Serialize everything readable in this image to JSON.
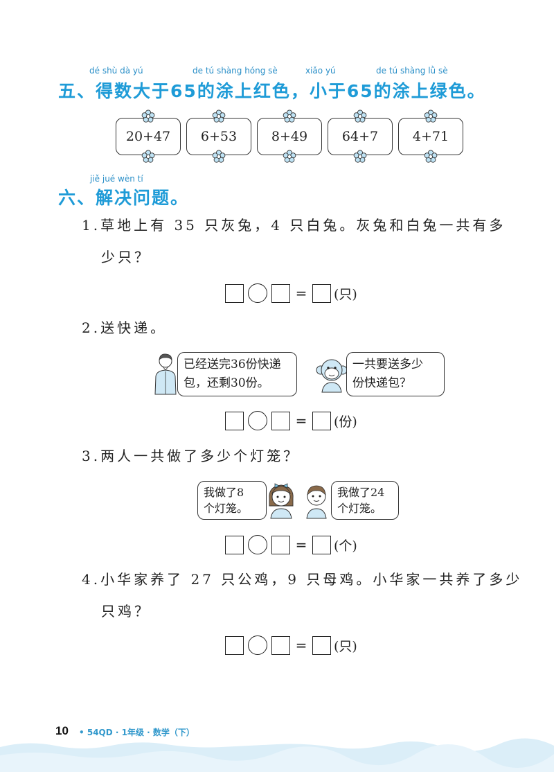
{
  "section5": {
    "number": "五、",
    "title_parts": [
      "得数大于",
      "65",
      "的涂上红色，小于",
      "65",
      "的涂上绿色。"
    ],
    "pinyin": [
      "dé shù dà yú",
      "de tú shàng hóng sè",
      "xiǎo yú",
      "de tú shàng lǜ sè"
    ],
    "expressions": [
      "20+47",
      "6+53",
      "8+49",
      "64+7",
      "4+71"
    ]
  },
  "section6": {
    "number": "六、",
    "title": "解决问题。",
    "pinyin": "jiě jué wèn tí"
  },
  "questions": [
    {
      "number": "1.",
      "line1": "草地上有 35 只灰兔，4 只白兔。灰兔和白兔一共有多",
      "line2": "少只？",
      "unit": "(只)"
    },
    {
      "number": "2.",
      "line1": "送快递。",
      "bubble_left": [
        "已经送完36份快递",
        "包，还剩30份。"
      ],
      "bubble_right": [
        "一共要送多少",
        "份快递包？"
      ],
      "unit": "(份)"
    },
    {
      "number": "3.",
      "line1": "两人一共做了多少个灯笼？",
      "bubble_left": [
        "我做了8",
        "个灯笼。"
      ],
      "bubble_right": [
        "我做了24",
        "个灯笼。"
      ],
      "unit": "(个)"
    },
    {
      "number": "4.",
      "line1": "小华家养了 27 只公鸡，9 只母鸡。小华家一共养了多少",
      "line2": "只鸡？",
      "unit": "(只)"
    }
  ],
  "equation_equals": "=",
  "footer": {
    "page_number": "10",
    "text": "• 54QD · 1年级 · 数学（下）"
  },
  "colors": {
    "title_blue": "#1e9bd7",
    "flower_blue": "#bfe3f5",
    "footer_wave": "#dbeef8"
  }
}
